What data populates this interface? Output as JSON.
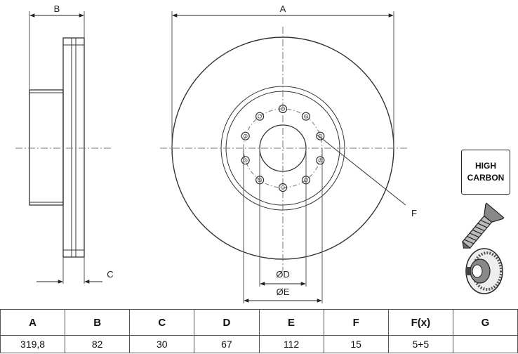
{
  "dimension_labels": {
    "a": "A",
    "b": "B",
    "c": "C",
    "d": "ØD",
    "e": "ØE",
    "f": "F"
  },
  "badge": {
    "line1": "HIGH",
    "line2": "CARBON"
  },
  "icons": [
    "screw-icon",
    "brake-disc-icon"
  ],
  "table": {
    "headers": [
      "A",
      "B",
      "C",
      "D",
      "E",
      "F",
      "F(x)",
      "G"
    ],
    "values": [
      "319,8",
      "82",
      "30",
      "67",
      "112",
      "15",
      "5+5",
      ""
    ]
  }
}
